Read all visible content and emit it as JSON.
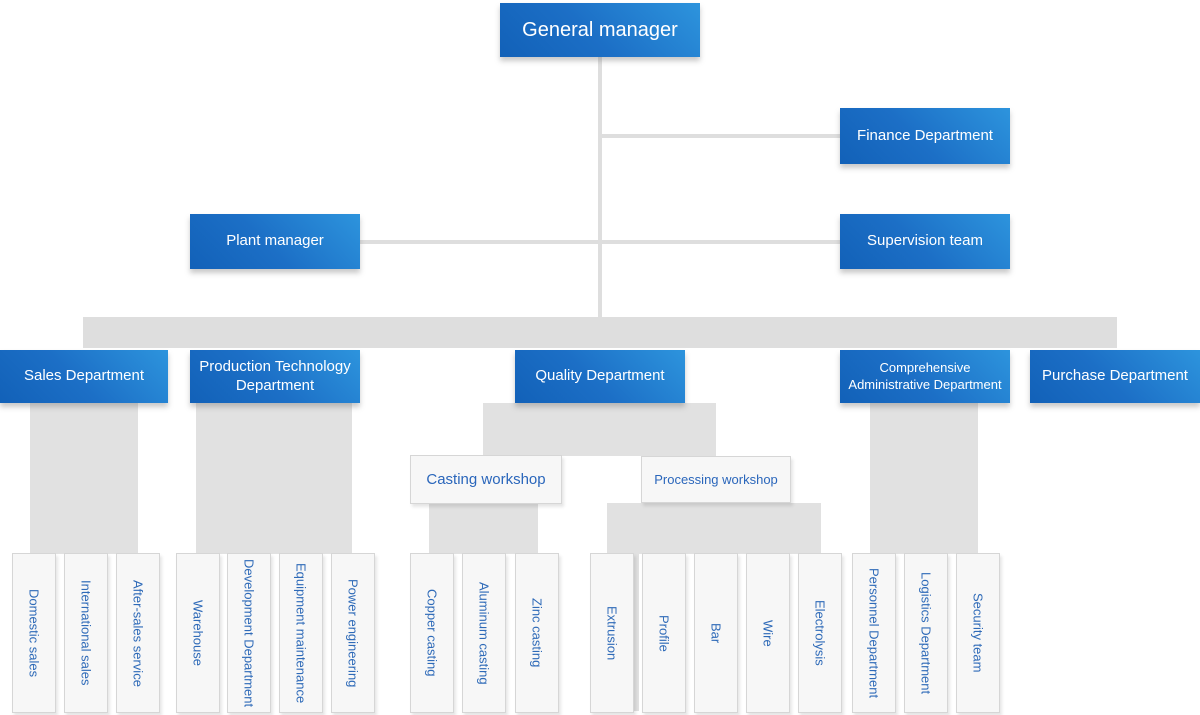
{
  "colors": {
    "node_blue_light": "#2d94dd",
    "node_blue_dark": "#1261b8",
    "connector_gray": "#dedede",
    "leaf_background": "#f7f7f7",
    "leaf_text_blue": "#2e6ab8",
    "node_text_white": "#ffffff"
  },
  "org": {
    "root": "General manager",
    "staff": {
      "finance": "Finance Department",
      "plant": "Plant manager",
      "supervision": "Supervision team"
    },
    "departments": {
      "sales": "Sales Department",
      "production": "Production Technology Department",
      "quality": "Quality Department",
      "comprehensive": "Comprehensive Administrative Department",
      "purchase": "Purchase Department"
    },
    "workshops": {
      "casting": "Casting workshop",
      "processing": "Processing workshop"
    },
    "teams": {
      "sales": [
        "Domestic sales",
        "International sales",
        "After-sales service"
      ],
      "production": [
        "Warehouse",
        "Development Department",
        "Equipment maintenance",
        "Power engineering"
      ],
      "casting": [
        "Copper casting",
        "Aluminum casting",
        "Zinc casting"
      ],
      "processing": [
        "Extrusion",
        "Profile",
        "Bar",
        "Wire",
        "Electrolysis"
      ],
      "comprehensive": [
        "Personnel Department",
        "Logistics Department",
        "Security team"
      ]
    }
  }
}
